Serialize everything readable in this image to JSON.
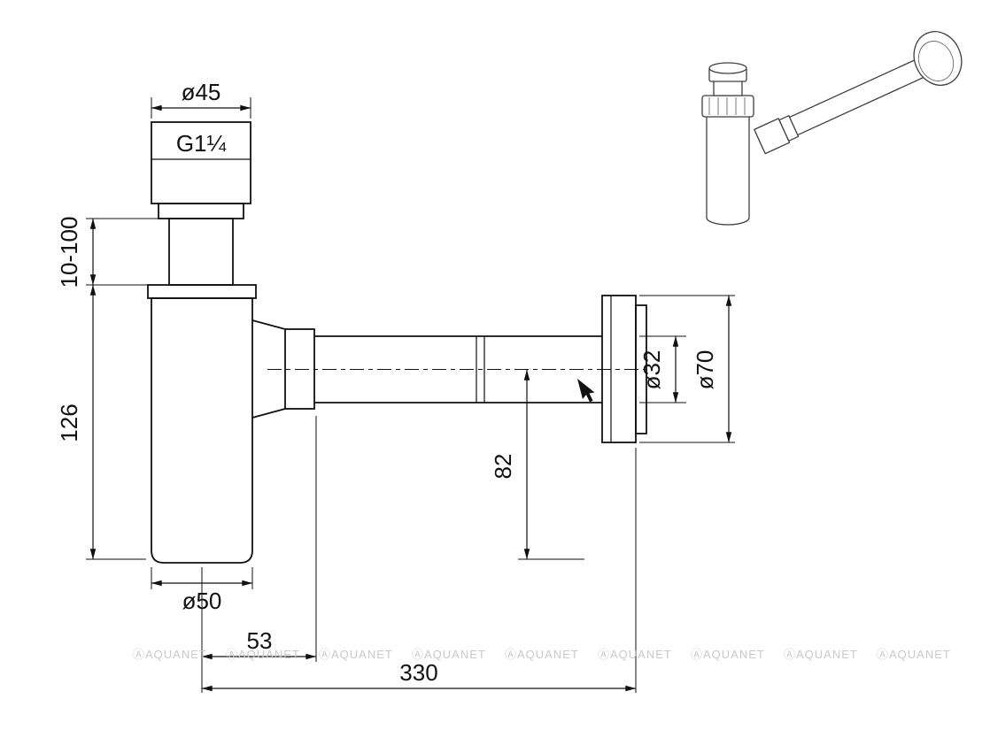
{
  "diagram": {
    "type": "technical-drawing",
    "subject": "bottle-trap-siphon",
    "dimensions": {
      "inlet_nut_diameter": "ø45",
      "thread": "G1¼",
      "adjustable_height": "10-100",
      "body_height": "126",
      "body_diameter": "ø50",
      "elbow_offset": "53",
      "overall_length": "330",
      "outlet_drop": "82",
      "outlet_pipe_diameter": "ø32",
      "wall_flange_diameter": "ø70"
    }
  },
  "watermark": {
    "text": "ⒶAQUANET",
    "color": "#c9c9c9"
  },
  "colors": {
    "line": "#111111",
    "background": "#ffffff"
  }
}
